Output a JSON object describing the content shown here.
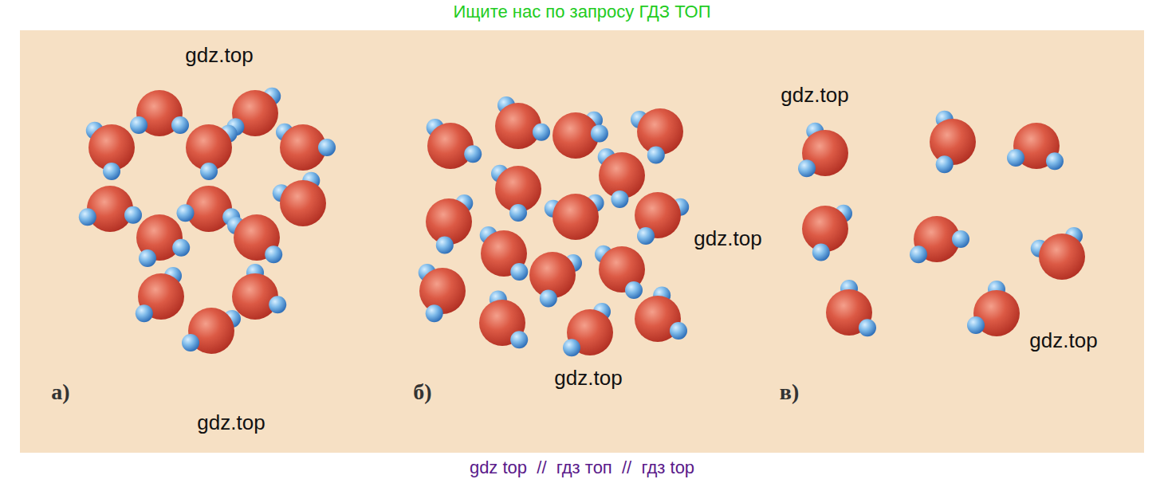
{
  "diagram": {
    "labels": [
      "Ищите нас по запросу ГДЗ ТОП",
      "gdz.top",
      "gdz.top",
      "gdz.top",
      "gdz.top",
      "gdz.top",
      "а)",
      "б)",
      "в)",
      "gdz.top",
      "gdz top  //  гдз топ  //  гдз top"
    ]
  }
}
